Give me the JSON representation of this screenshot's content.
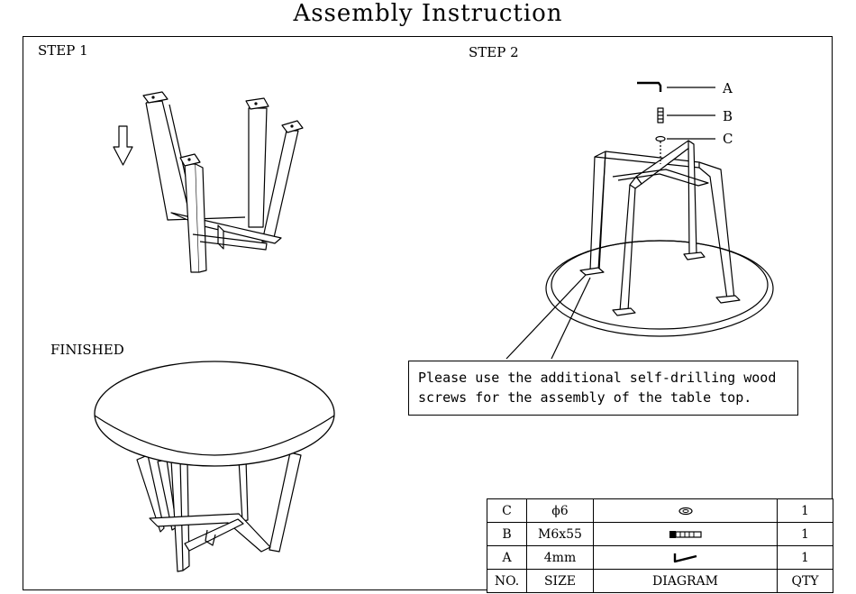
{
  "title": "Assembly Instruction",
  "steps": {
    "step1": "STEP 1",
    "step2": "STEP 2",
    "finished": "FINISHED"
  },
  "callouts": [
    "A",
    "B",
    "C"
  ],
  "note": "Please use the additional self-drilling wood screws for the assembly of the table top.",
  "parts_table": {
    "headers": [
      "NO.",
      "SIZE",
      "DIAGRAM",
      "QTY"
    ],
    "rows": [
      {
        "no": "C",
        "size": "ϕ6",
        "diagram": "washer-icon",
        "qty": "1"
      },
      {
        "no": "B",
        "size": "M6x55",
        "diagram": "bolt-icon",
        "qty": "1"
      },
      {
        "no": "A",
        "size": "4mm",
        "diagram": "allen-key-icon",
        "qty": "1"
      }
    ]
  }
}
